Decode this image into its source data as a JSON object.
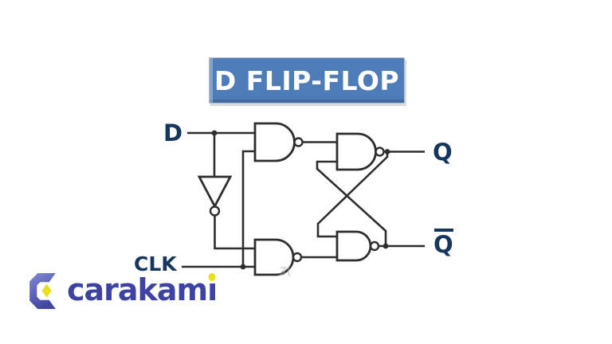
{
  "title": {
    "text": "D FLIP-FLOP"
  },
  "diagram": {
    "type": "logic-circuit",
    "name": "D flip-flop built from NAND gates and an inverter",
    "labels": {
      "d": "D",
      "clk": "CLK",
      "q": "Q",
      "q_bar": "Q"
    },
    "components": [
      {
        "id": "nand1",
        "type": "NAND",
        "inputs": [
          "D",
          "CLK"
        ],
        "output": "nand3.top_input"
      },
      {
        "id": "inverter",
        "type": "NOT",
        "inputs": [
          "D"
        ],
        "output": "nand2.top_input"
      },
      {
        "id": "nand2",
        "type": "NAND",
        "inputs": [
          "inverter.out",
          "CLK"
        ],
        "output": "nand4.bottom_input"
      },
      {
        "id": "nand3",
        "type": "NAND",
        "inputs": [
          "nand1.out",
          "nand4.out"
        ],
        "output": "Q"
      },
      {
        "id": "nand4",
        "type": "NAND",
        "inputs": [
          "nand3.out",
          "nand2.out"
        ],
        "output": "Q_bar"
      }
    ],
    "colors": {
      "line": "#2e2e2e",
      "label_text": "#17365d",
      "title_background": "#4d7cb8",
      "title_text": "#ffffff",
      "background": "#ffffff"
    }
  },
  "watermark": {
    "text": "ʑ("
  },
  "logo": {
    "name": "carakami",
    "text_body": "carakam",
    "dotless_i": "ı",
    "colors": {
      "text": "#3d42a3",
      "icon_top": "#8289d4",
      "icon_bottom": "#4147a0",
      "accent_yellow": "#e8e01f"
    }
  }
}
